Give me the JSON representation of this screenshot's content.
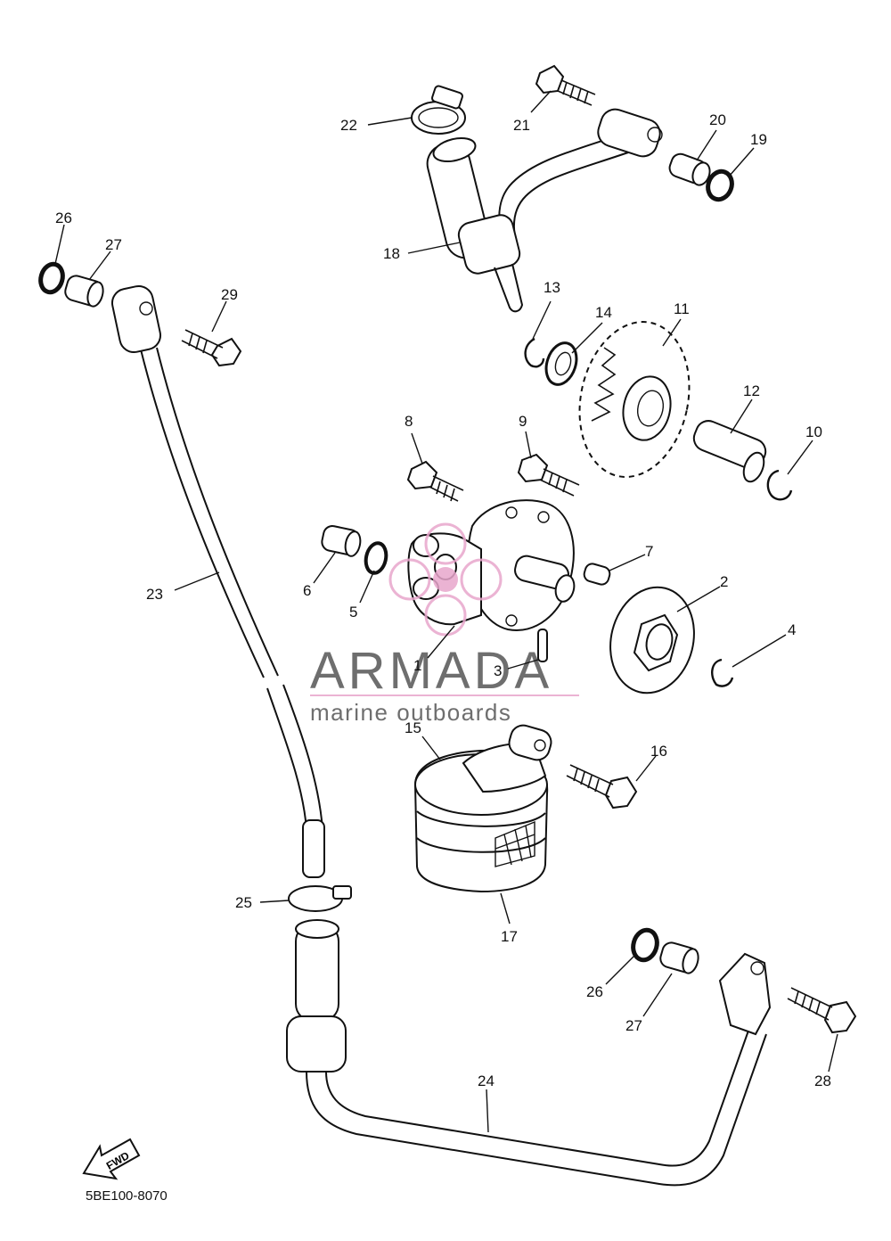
{
  "diagram_code": "5BE100-8070",
  "watermark": {
    "brand": "ARMADA",
    "tagline": "marine outboards",
    "brand_color": "#555555",
    "accent_color": "#e8a6cc"
  },
  "fwd_label": "FWD",
  "callouts": {
    "c1": "1",
    "c2": "2",
    "c3": "3",
    "c4": "4",
    "c5": "5",
    "c6": "6",
    "c7": "7",
    "c8": "8",
    "c9": "9",
    "c10": "10",
    "c11": "11",
    "c12": "12",
    "c13": "13",
    "c14": "14",
    "c15": "15",
    "c16": "16",
    "c17": "17",
    "c18": "18",
    "c19": "19",
    "c20": "20",
    "c21": "21",
    "c22": "22",
    "c23": "23",
    "c24": "24",
    "c25": "25",
    "c26a": "26",
    "c27a": "27",
    "c29": "29",
    "c26b": "26",
    "c27b": "27",
    "c28": "28"
  }
}
